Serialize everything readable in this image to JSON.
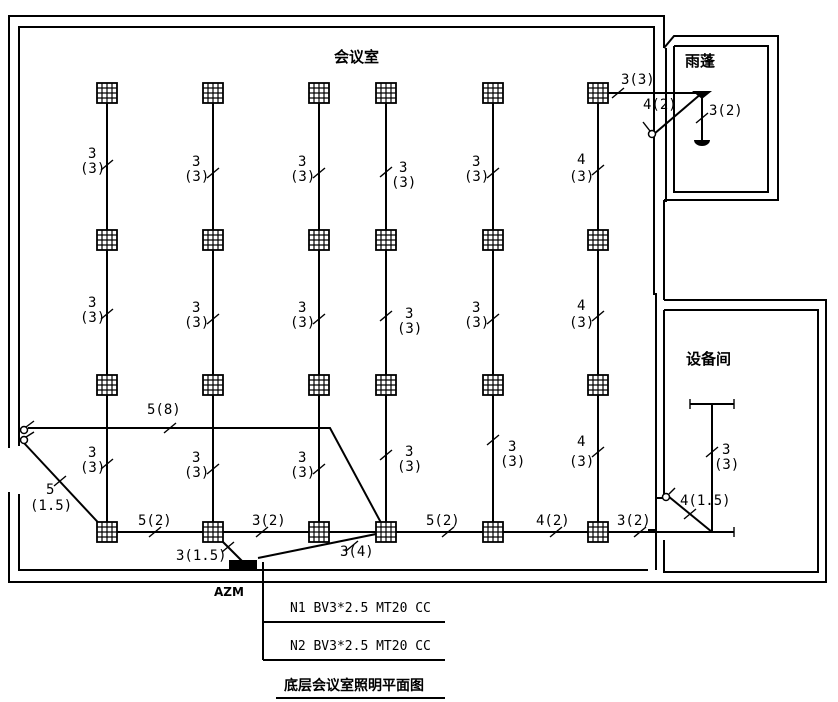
{
  "rooms": {
    "meeting_room": "会议室",
    "canopy": "雨蓬",
    "equipment_room": "设备间"
  },
  "panel_label": "AZM",
  "circuits": [
    "N1  BV3*2.5  MT20  CC",
    "N2  BV3*2.5  MT20  CC"
  ],
  "drawing_title": "底层会议室照明平面图",
  "wire_labels": {
    "col1_upper_top": "3",
    "col1_upper_bot": "(3)",
    "col2_upper_top": "3",
    "col2_upper_bot": "(3)",
    "col3_upper_top": "3",
    "col3_upper_bot": "(3)",
    "col4_upper_top": "3",
    "col4_upper_bot": "(3)",
    "col5_upper_top": "3",
    "col5_upper_bot": "(3)",
    "col6_upper_top": "4",
    "col6_upper_bot": "(3)",
    "col1_mid_top": "3",
    "col1_mid_bot": "(3)",
    "col2_mid_top": "3",
    "col2_mid_bot": "(3)",
    "col3_mid_top": "3",
    "col3_mid_bot": "(3)",
    "col4_mid_top": "3",
    "col4_mid_bot": "(3)",
    "col5_mid_top": "3",
    "col5_mid_bot": "(3)",
    "col6_mid_top": "4",
    "col6_mid_bot": "(3)",
    "col1_low_top": "3",
    "col1_low_bot": "(3)",
    "col2_low_top": "3",
    "col2_low_bot": "(3)",
    "col3_low_top": "3",
    "col3_low_bot": "(3)",
    "col4_low_top": "3",
    "col4_low_bot": "(3)",
    "col5_low_top": "3",
    "col5_low_bot": "(3)",
    "col6_low_top": "4",
    "col6_low_bot": "(3)",
    "diag_switch": "5(8)",
    "left_feed_top": "5",
    "left_feed_bot": "(1.5)",
    "bottom_1": "5(2)",
    "bottom_2": "3(2)",
    "bottom_3": "5(2)",
    "bottom_4": "4(2)",
    "bottom_5": "3(2)",
    "panel_to_2": "3(1.5)",
    "panel_to_4": "3(4)",
    "canopy_in": "3(3)",
    "canopy_diag": "4(2)",
    "canopy_vert": "3(2)",
    "equip_vert_top": "3",
    "equip_vert_bot": "(3)",
    "equip_switch": "4(1.5)"
  }
}
